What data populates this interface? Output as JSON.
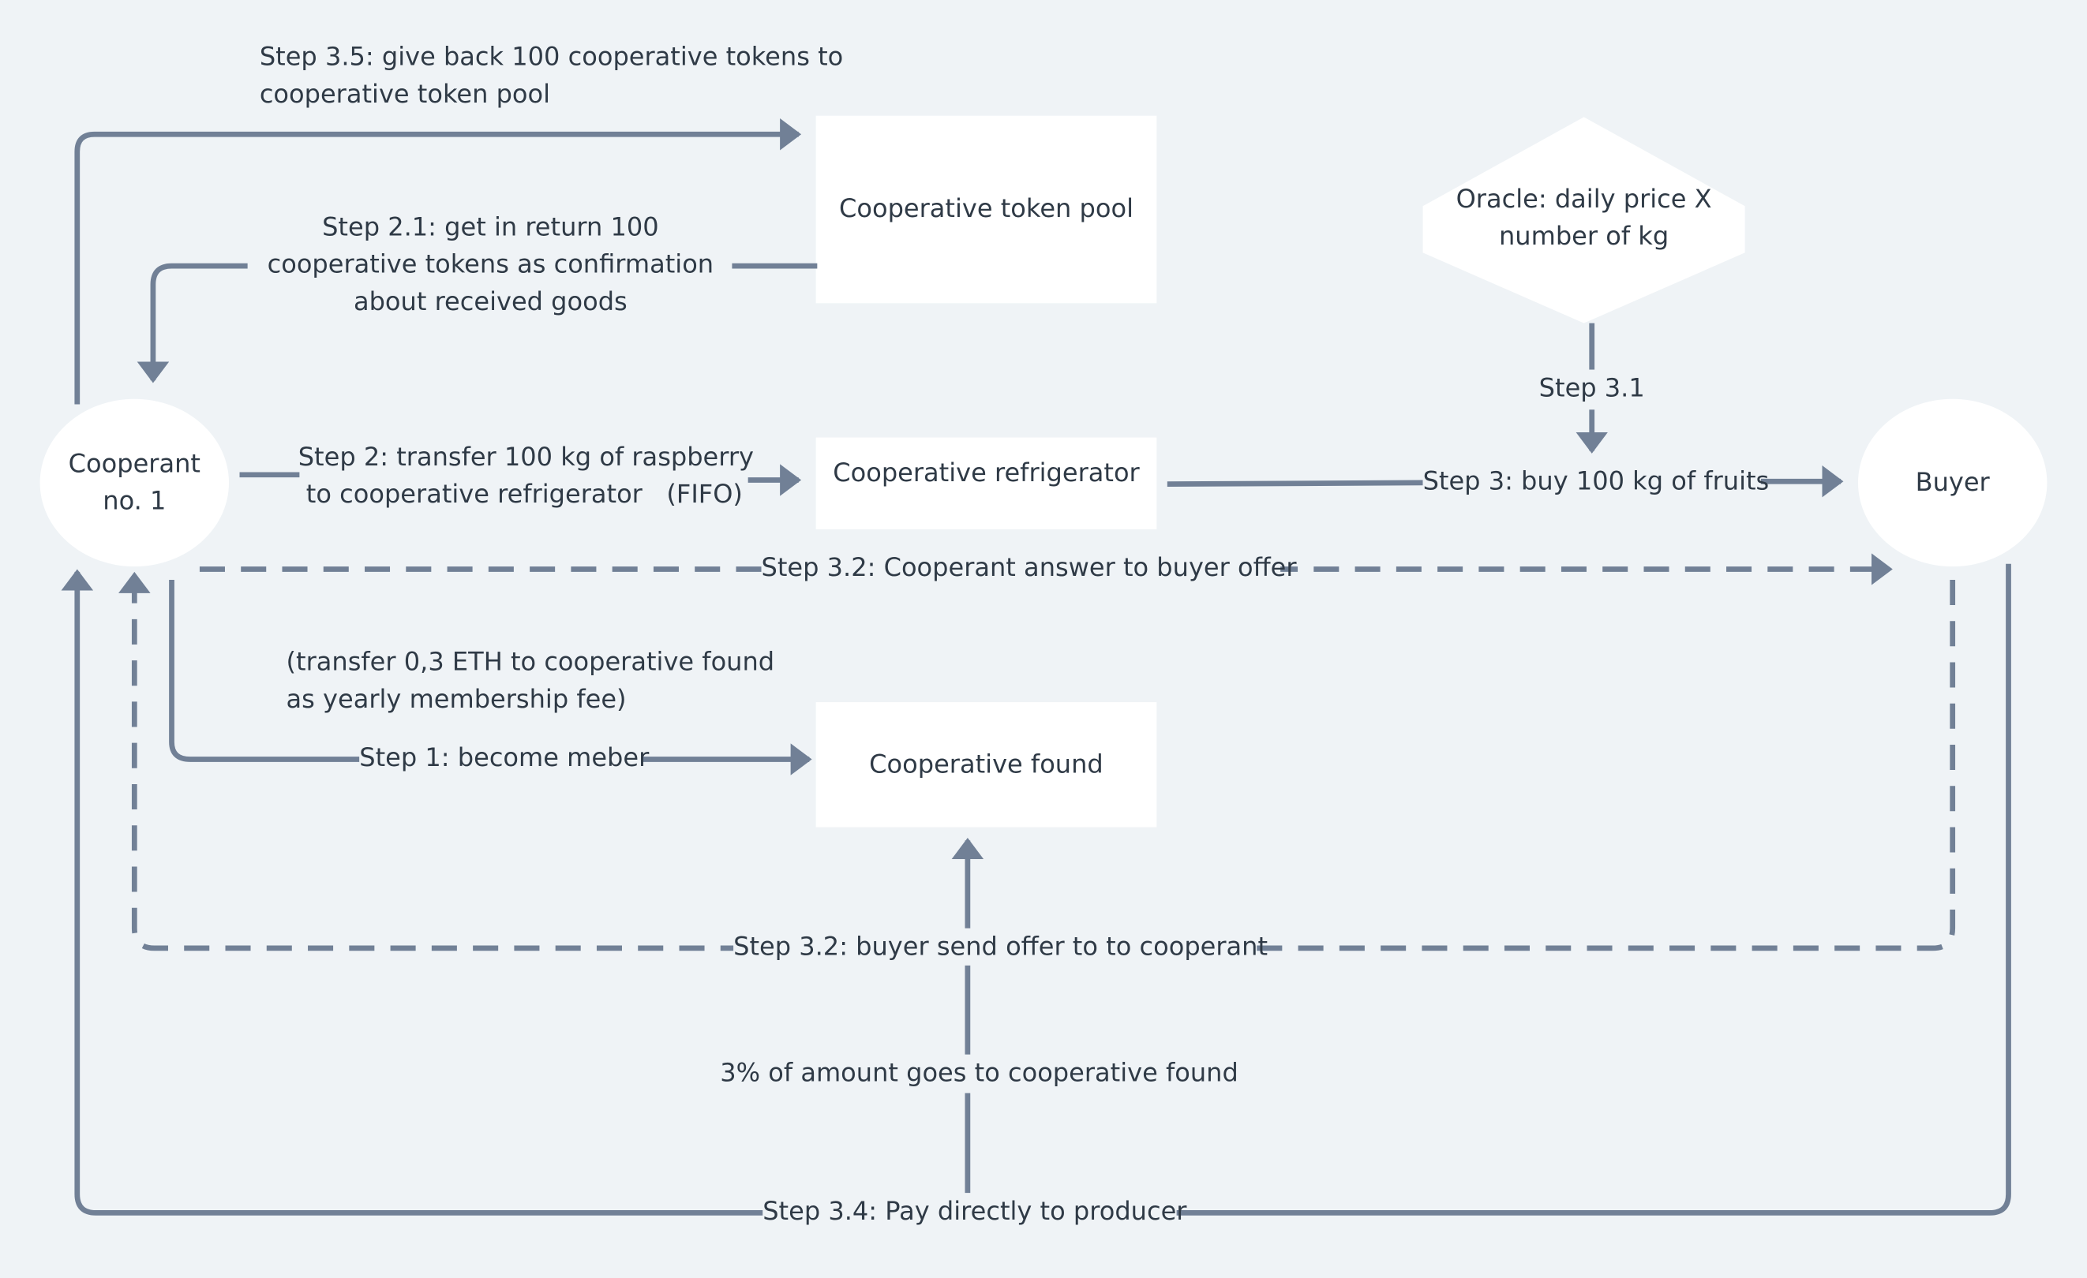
{
  "nodes": {
    "cooperant": "Cooperant\nno. 1",
    "token_pool": "Cooperative token pool",
    "refrigerator": "Cooperative refrigerator",
    "found": "Cooperative found",
    "oracle": "Oracle: daily price X\nnumber of kg",
    "buyer": "Buyer"
  },
  "edges": {
    "step_3_5": "Step 3.5: give back 100 cooperative tokens to\ncooperative token pool",
    "step_2_1": "Step 2.1: get in return 100\ncooperative tokens as confirmation\nabout received goods",
    "step_2": "Step 2: transfer 100 kg of raspberry\nto cooperative refrigerator   (FIFO)",
    "step_3_1": "Step 3.1",
    "step_3": "Step 3: buy 100 kg of fruits",
    "step_3_2_answer": "Step 3.2: Cooperant answer to buyer offer",
    "membership_note": "(transfer 0,3 ETH to cooperative found\nas yearly membership fee)",
    "step_1": "Step 1: become meber",
    "step_3_2_offer": "Step 3.2: buyer send offer to to cooperant",
    "fee_share": "3% of amount goes to cooperative found",
    "step_3_4": "Step 3.4: Pay directly to producer"
  },
  "colors": {
    "background": "#eff3f6",
    "node_fill": "#ffffff",
    "connector": "#718096",
    "text": "#2f3a46"
  }
}
